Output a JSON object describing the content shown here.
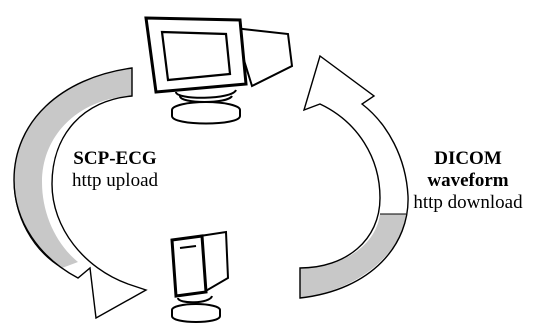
{
  "left_label": {
    "format": "SCP-ECG",
    "method": "http upload"
  },
  "right_label": {
    "format_line1": "DICOM",
    "format_line2": "waveform",
    "method": "http download"
  },
  "icons": {
    "top": "computer-monitor-icon",
    "bottom": "computer-monitor-icon",
    "left_arrow": "curved-arrow-down-icon",
    "right_arrow": "curved-arrow-up-icon"
  },
  "colors": {
    "arrow_outer_fill": "#ffffff",
    "arrow_inner_fill": "#c8c8c8",
    "stroke": "#000000"
  }
}
